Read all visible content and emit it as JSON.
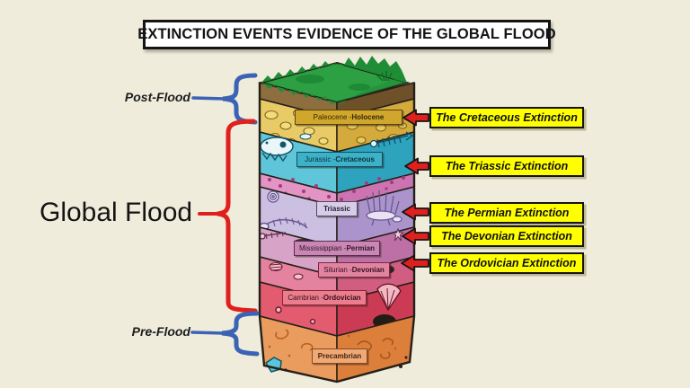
{
  "title": "EXTINCTION EVENTS EVIDENCE OF THE GLOBAL FLOOD",
  "annotations": {
    "post_flood": {
      "label": "Post-Flood"
    },
    "global_flood": {
      "label": "Global Flood"
    },
    "pre_flood": {
      "label": "Pre-Flood"
    }
  },
  "column": {
    "layers": [
      {
        "name": "paleocene-holocene",
        "text": "Paleocene - ",
        "bold": "Holocene",
        "box_bg": "#d0a72c",
        "box_border": "#584410",
        "box_text": "#33270a",
        "face_left": "#e8cb66",
        "face_right": "#d4aa3c"
      },
      {
        "name": "jurassic-cretaceous",
        "text": "Jurassic - ",
        "bold": "Cretaceous",
        "box_bg": "#3db1c7",
        "box_border": "#11505f",
        "box_text": "#0a323e",
        "face_left": "#5fc6d9",
        "face_right": "#2ea3be"
      },
      {
        "name": "triassic",
        "text": "",
        "bold": "Triassic",
        "box_bg": "#d6cde8",
        "box_border": "#55495f",
        "box_text": "#241c2e",
        "face_left": "#cbbfe2",
        "face_right": "#ab94cc"
      },
      {
        "name": "mississippian-permian",
        "text": "Mississippian - ",
        "bold": "Permian",
        "box_bg": "#c988b4",
        "box_border": "#5e2a50",
        "box_text": "#33122b",
        "face_left": "#d7a3c6",
        "face_right": "#bd70a5"
      },
      {
        "name": "silurian-devonian",
        "text": "Silurian - ",
        "bold": "Devonian",
        "box_bg": "#e084a2",
        "box_border": "#7e2742",
        "box_text": "#3c0f1f",
        "face_left": "#e4829f",
        "face_right": "#d15e82"
      },
      {
        "name": "cambrian-ordovician",
        "text": "Cambrian - ",
        "bold": "Ordovician",
        "box_bg": "#ea7e8e",
        "box_border": "#8e2333",
        "box_text": "#3a0d16",
        "face_left": "#e25b6f",
        "face_right": "#cb3c54"
      },
      {
        "name": "precambrian",
        "text": "",
        "bold": "Precambrian",
        "box_bg": "#f0a976",
        "box_border": "#8a4a1f",
        "box_text": "#42230c",
        "face_left": "#ea9c5e",
        "face_right": "#db7f3b"
      }
    ]
  },
  "callouts": [
    {
      "label": "The Cretaceous Extinction"
    },
    {
      "label": "The Triassic Extinction"
    },
    {
      "label": "The Permian Extinction"
    },
    {
      "label": "The Devonian Extinction"
    },
    {
      "label": "The Ordovician Extinction"
    }
  ],
  "colors": {
    "background": "#efecdb",
    "callout_bg": "#ffff00",
    "arrow_red": "#e0201c",
    "brace_blue": "#3b63b5",
    "brace_red": "#e0201c",
    "grass": "#2da043",
    "grass_fringe": "#1f8c36",
    "soil_left": "#8e6d3f",
    "soil_right": "#6f5129",
    "conglomerate_left": "#e394c4",
    "conglomerate_right": "#cc74b1",
    "outline": "#241f18"
  },
  "illustration": {
    "fossils": [
      "dinosaur-skull",
      "fish-skeleton",
      "ammonite",
      "reptile-skeleton",
      "dimetrodon-skeleton",
      "small-fish-skeleton",
      "starfish",
      "trilobite",
      "shell-fan",
      "worm-traces",
      "blue-boulder"
    ]
  }
}
